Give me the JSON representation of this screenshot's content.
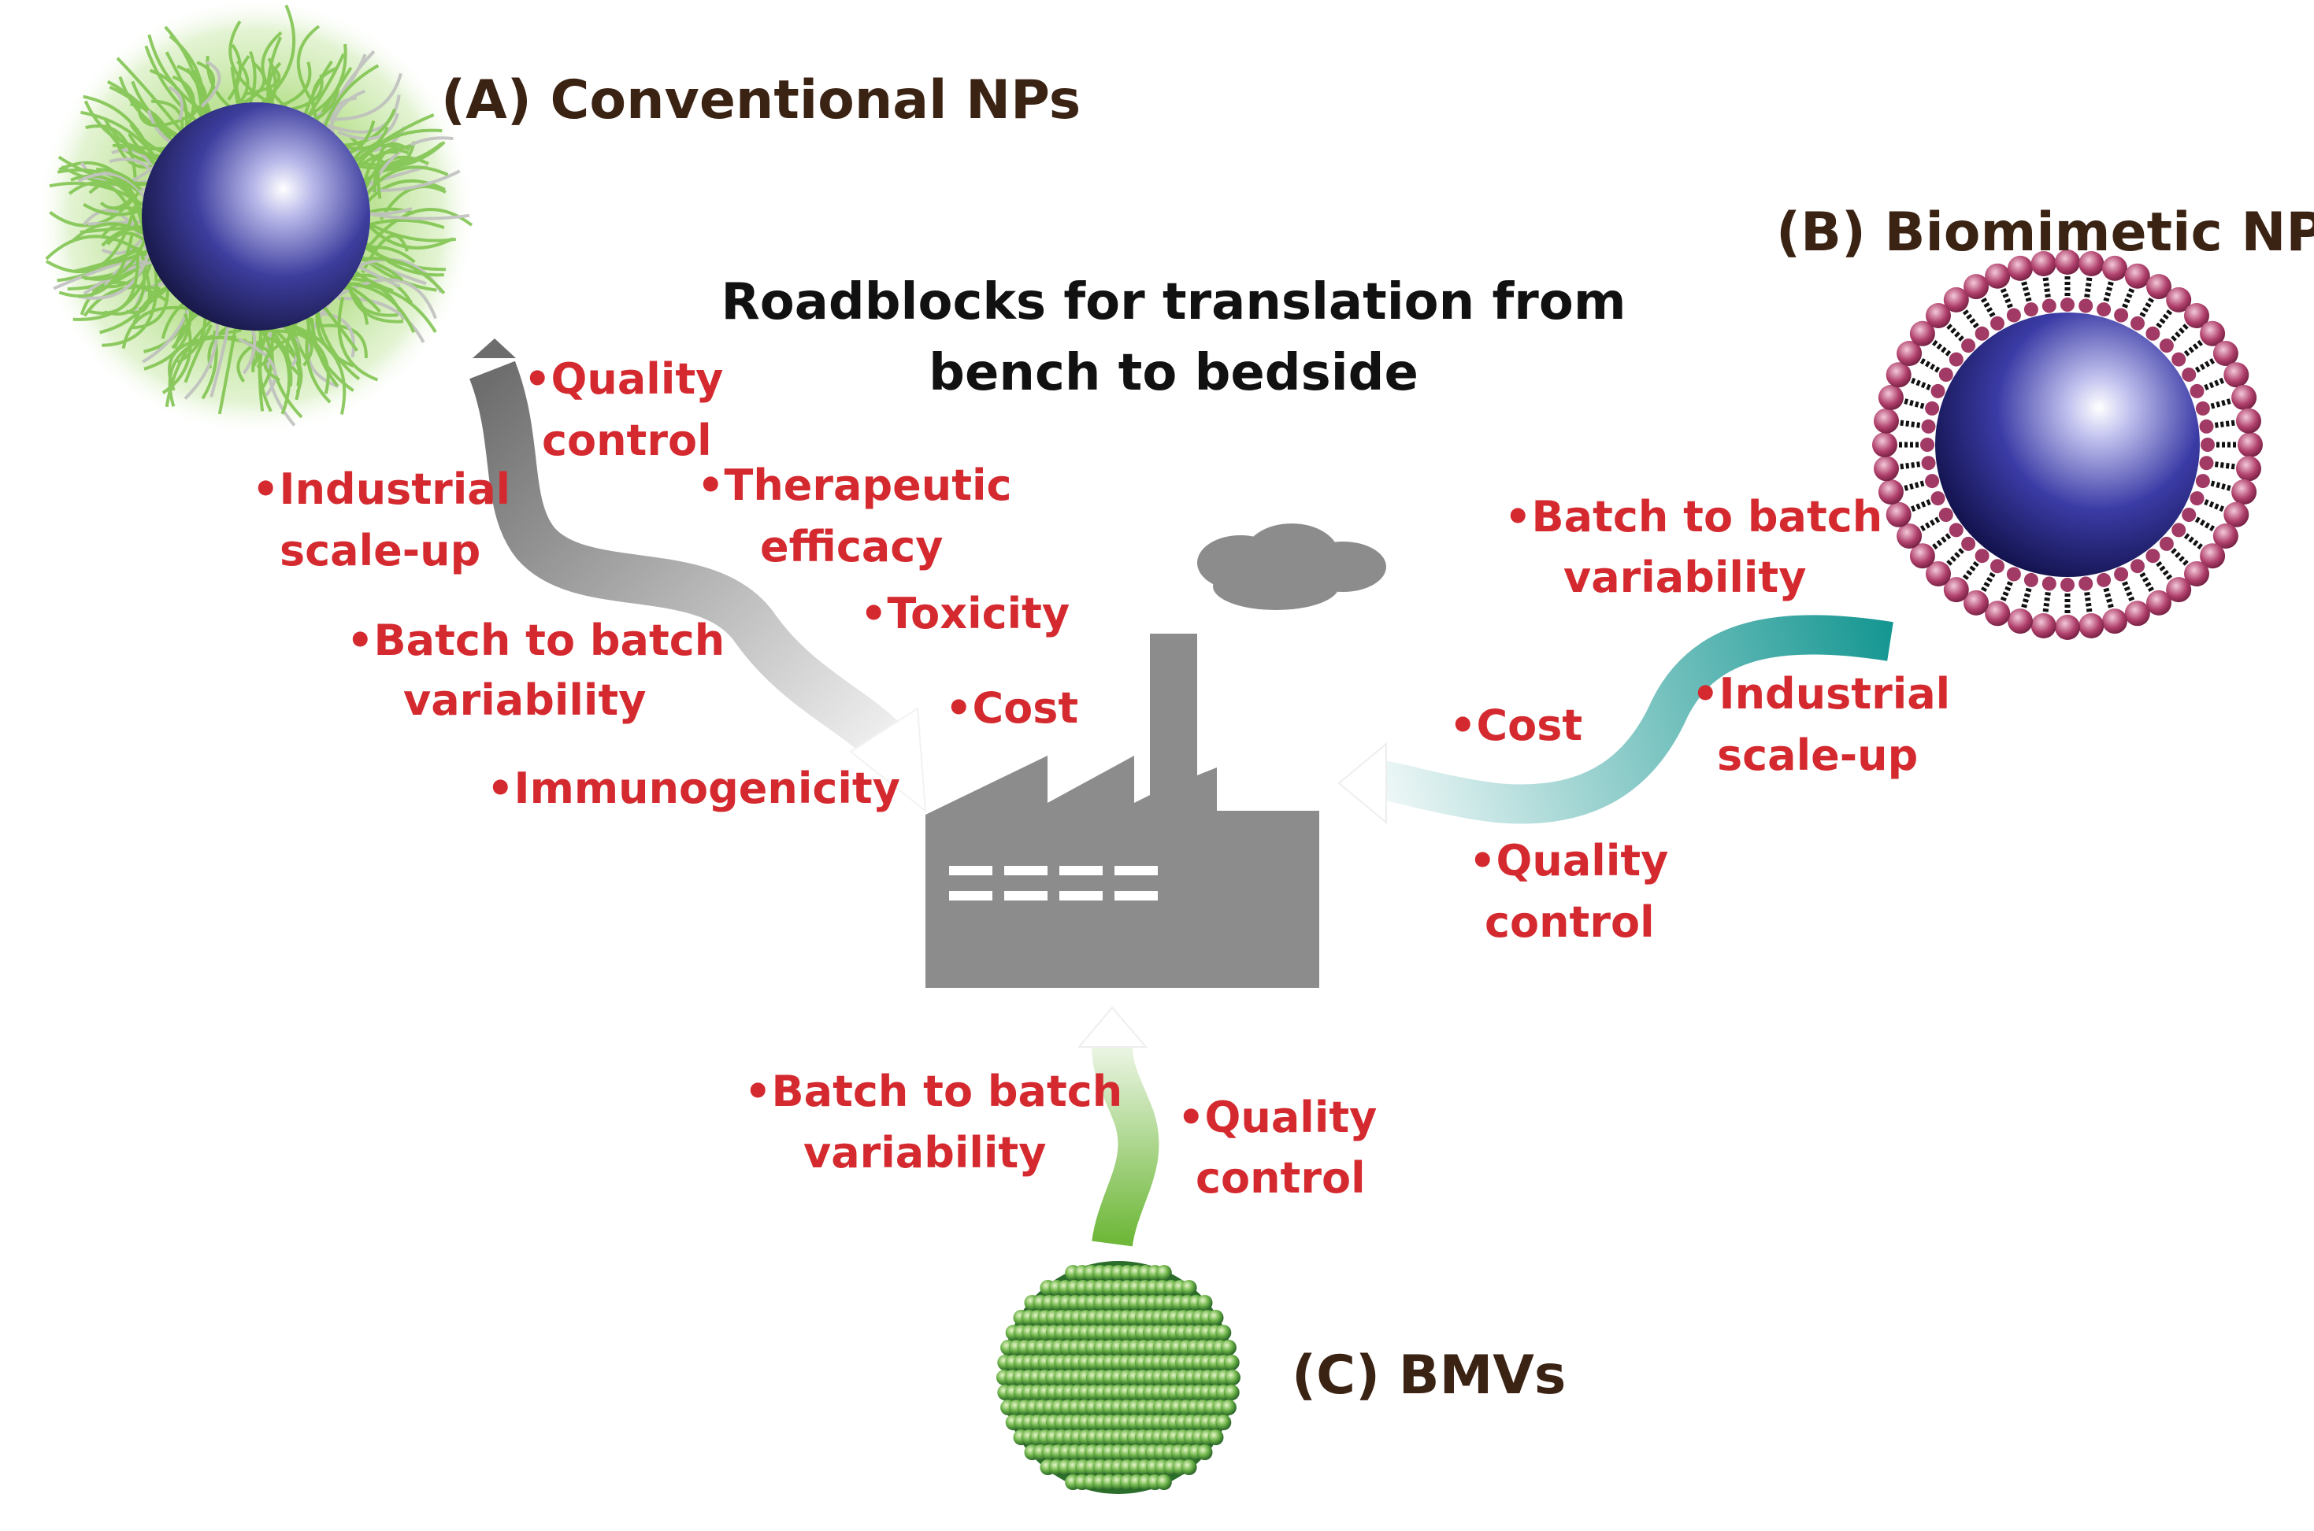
{
  "title": {
    "line1": "Roadblocks for translation from",
    "line2": "bench to bedside"
  },
  "nodes": {
    "conventional": "(A) Conventional NPs",
    "biomimetic": "(B) Biomimetic NPs",
    "bmvs": "(C) BMVs"
  },
  "conventional_roadblocks": {
    "quality_control": [
      "•Quality",
      "control"
    ],
    "industrial_scaleup": [
      "•Industrial",
      "scale-up"
    ],
    "therapeutic_efficacy": [
      "•Therapeutic",
      "efficacy"
    ],
    "toxicity": "•Toxicity",
    "batch_variability": [
      "•Batch to batch",
      "variability"
    ],
    "cost": "•Cost",
    "immunogenicity": "•Immunogenicity"
  },
  "biomimetic_roadblocks": {
    "batch_variability": [
      "•Batch to batch",
      "variability"
    ],
    "cost": "•Cost",
    "industrial_scaleup": [
      "•Industrial",
      "scale-up"
    ],
    "quality_control": [
      "•Quality",
      "control"
    ]
  },
  "bmv_roadblocks": {
    "batch_variability": [
      "•Batch to batch",
      "variability"
    ],
    "quality_control": [
      "•Quality",
      "control"
    ]
  },
  "colors": {
    "roadblock_text": "#d42a2f",
    "node_label": "#3b2314",
    "factory": "#8c8c8c",
    "arrow_a": "#8a8a8a",
    "arrow_b": "#1a9a94",
    "arrow_c": "#7dbb3a",
    "particle_core": "#3a3a9a"
  }
}
